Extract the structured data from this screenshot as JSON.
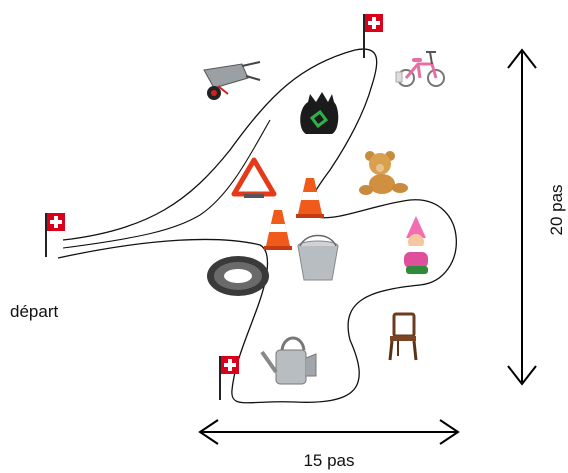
{
  "labels": {
    "start": "départ",
    "width": "15 pas",
    "height": "20 pas"
  },
  "icons": [
    "flag-icon",
    "wheelbarrow-icon",
    "bicycle-icon",
    "trash-bag-icon",
    "teddy-bear-icon",
    "warning-triangle-icon",
    "traffic-cone-icon",
    "tire-icon",
    "bucket-icon",
    "garden-gnome-icon",
    "chair-icon",
    "watering-can-icon"
  ],
  "colors": {
    "flag": "#d9001b",
    "cone": "#f05a1a",
    "line": "#111111"
  }
}
